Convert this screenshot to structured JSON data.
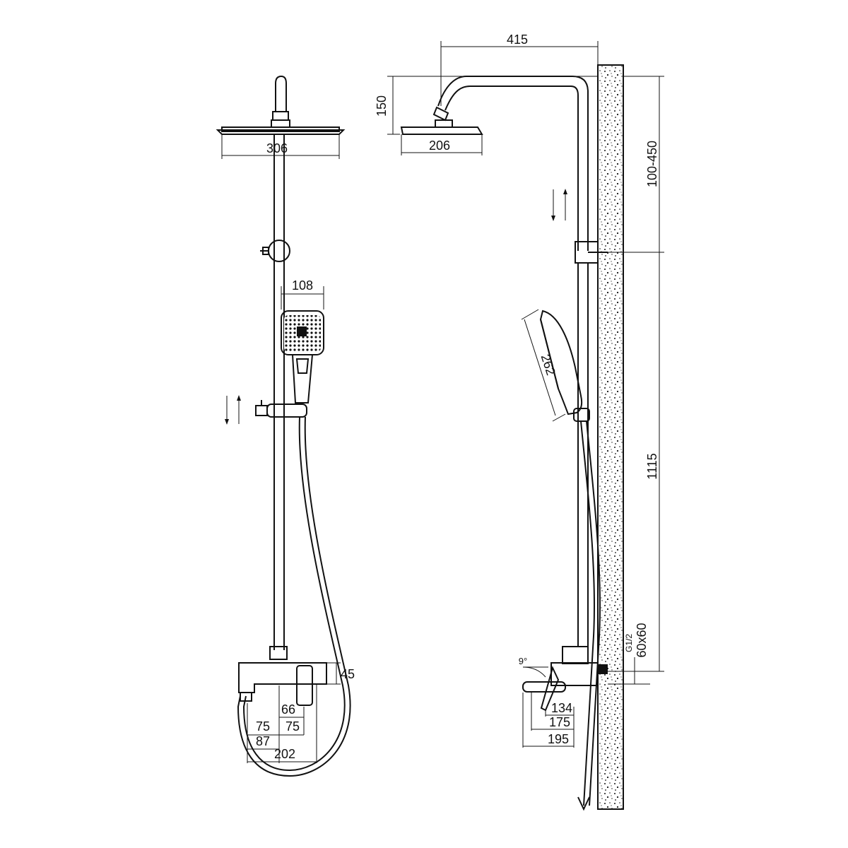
{
  "front_view": {
    "head_width": "306",
    "handshower_width": "108",
    "mixer_height": "45",
    "lever_offset": "66",
    "spout_offset_left": "75",
    "spout_offset_right": "75",
    "inlet_offset": "87",
    "overall_width": "202"
  },
  "side_view": {
    "arm_reach": "415",
    "arm_rise": "150",
    "head_width": "206",
    "adjust_range": "100-450",
    "handshower_length": "262",
    "bar_height": "1115",
    "thread_size": "G1/2",
    "flange_size": "60x60",
    "spout_angle": "9°",
    "projection_lever": "134",
    "projection_spout": "175",
    "projection_total": "195"
  }
}
